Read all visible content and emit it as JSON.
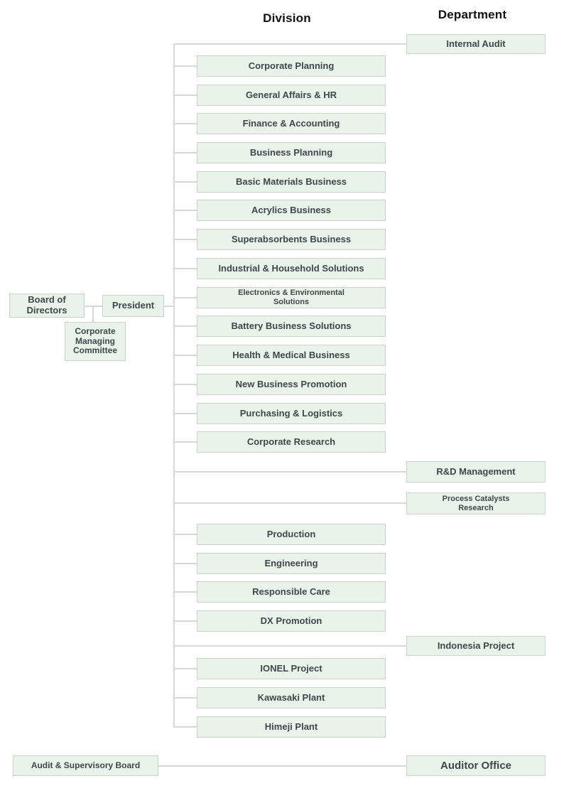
{
  "headers": {
    "division": "Division",
    "department": "Department"
  },
  "governance": {
    "board_of_directors": "Board of\nDirectors",
    "president": "President",
    "corporate_managing_committee": "Corporate\nManaging\nCommittee",
    "audit_supervisory_board": "Audit & Supervisory Board"
  },
  "divisions": [
    "Corporate Planning",
    "General Affairs & HR",
    "Finance & Accounting",
    "Business Planning",
    "Basic Materials Business",
    "Acrylics Business",
    "Superabsorbents Business",
    "Industrial & Household Solutions",
    "Electronics & Environmental\nSolutions",
    "Battery Business Solutions",
    "Health & Medical Business",
    "New Business Promotion",
    "Purchasing & Logistics",
    "Corporate Research",
    "Production",
    "Engineering",
    "Responsible Care",
    "DX Promotion",
    "IONEL Project",
    "Kawasaki Plant",
    "Himeji Plant"
  ],
  "departments": {
    "internal_audit": "Internal Audit",
    "rd_management": "R&D Management",
    "process_catalysts_research": "Process Catalysts\nResearch",
    "indonesia_project": "Indonesia Project",
    "auditor_office": "Auditor Office"
  },
  "colors": {
    "box_fill": "#e9f3ea",
    "box_border": "#c9d4c9",
    "connector": "#d8d8d8",
    "box_text": "#3f474b"
  }
}
